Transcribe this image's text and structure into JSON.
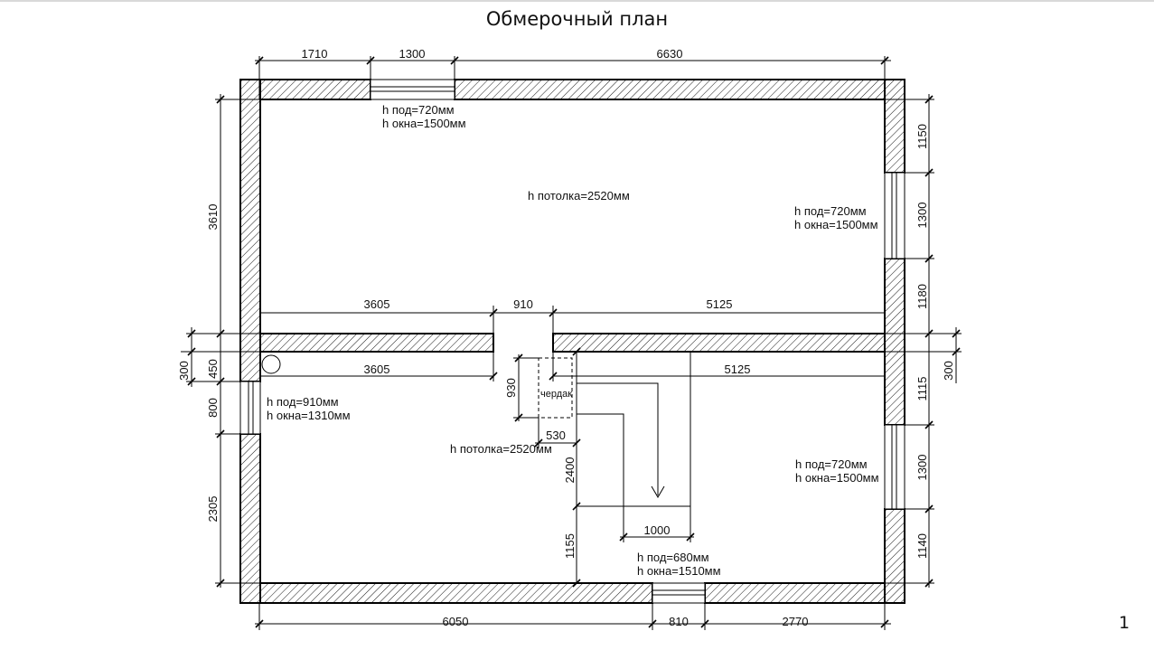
{
  "title": "Обмерочный план",
  "page_number": "1",
  "dimensions": {
    "top_1": "1710",
    "top_2": "1300",
    "top_3": "6630",
    "left_upper": "3610",
    "left_450": "450",
    "left_300": "300",
    "left_800": "800",
    "left_2305": "2305",
    "right_1150": "1150",
    "right_1300_top": "1300",
    "right_1180": "1180",
    "right_300": "300",
    "right_1115": "1115",
    "right_1300_bottom": "1300",
    "right_1140": "1140",
    "mid_upper_left": "3605",
    "mid_opening": "910",
    "mid_upper_right": "5125",
    "mid_lower_left": "3605",
    "mid_lower_right": "5125",
    "hatch_930": "930",
    "hatch_530": "530",
    "stair_2400": "2400",
    "stair_1155": "1155",
    "stair_1000": "1000",
    "bottom_1": "6050",
    "bottom_2": "810",
    "bottom_3": "2770"
  },
  "annotations": {
    "top_window_sill": "h под=720мм",
    "top_window_height": "h окна=1500мм",
    "upper_ceiling": "h потолка=2520мм",
    "right_top_window_sill": "h под=720мм",
    "right_top_window_height": "h окна=1500мм",
    "left_window_sill": "h под=910мм",
    "left_window_height": "h окна=1310мм",
    "attic_hatch": "чердак",
    "lower_ceiling": "h потолка=2520мм",
    "right_bottom_window_sill": "h под=720мм",
    "right_bottom_window_height": "h окна=1500мм",
    "bottom_window_sill": "h под=680мм",
    "bottom_window_height": "h окна=1510мм"
  }
}
